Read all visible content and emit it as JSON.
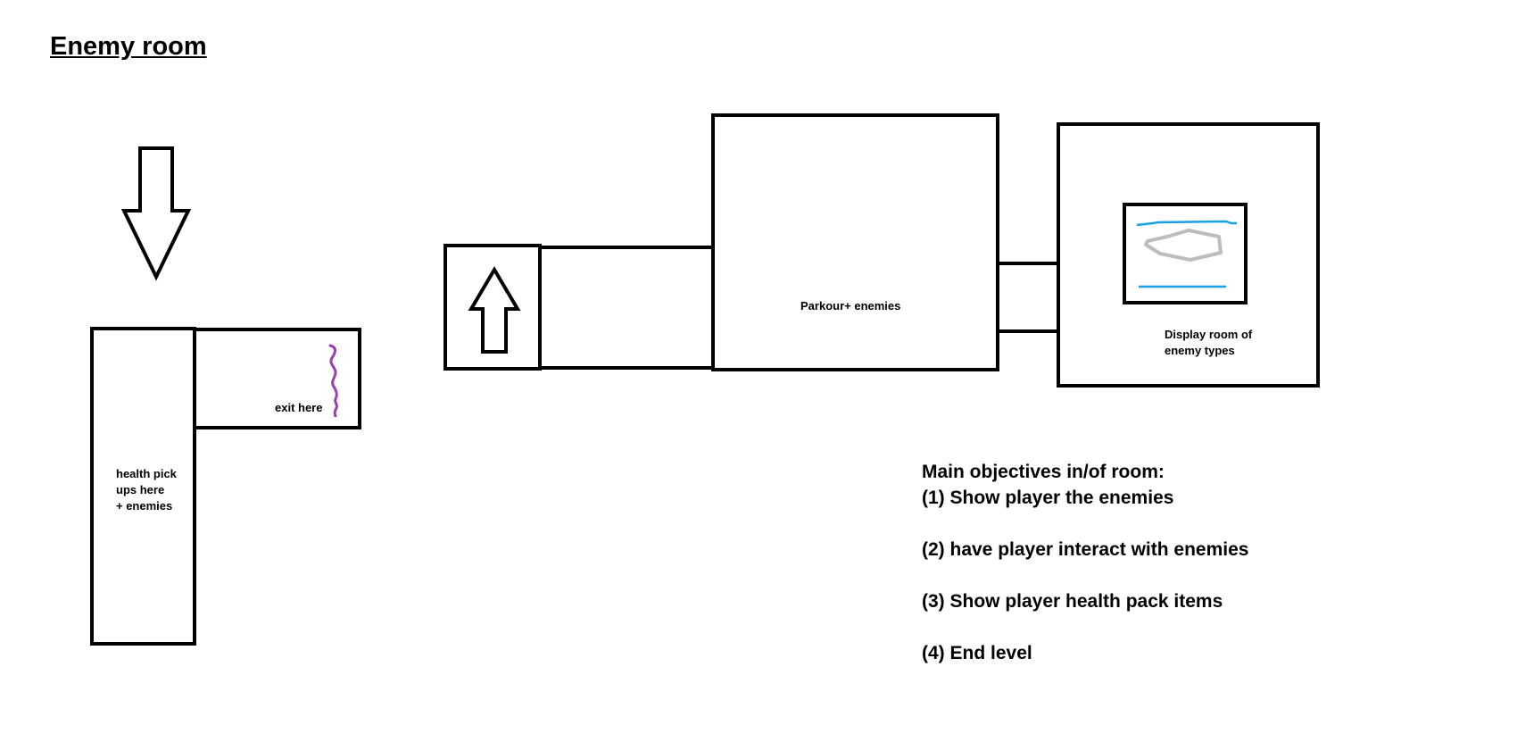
{
  "title": "Enemy room",
  "labels": {
    "exit": "exit here",
    "health_room_line1": "health pick",
    "health_room_line2": "ups here",
    "health_room_line3": "+ enemies",
    "parkour": "Parkour+ enemies",
    "display_line1": "Display room of",
    "display_line2": "enemy types"
  },
  "objectives": {
    "heading": "Main objectives in/of room:",
    "items": [
      "(1) Show player the enemies",
      "(2) have player interact with enemies",
      "(3) Show player health pack items",
      "(4) End level"
    ]
  },
  "colors": {
    "outline": "#000000",
    "exit_marker": "#9b3fb0",
    "platform_lines": "#1aa0e6",
    "enemy_shape": "#bdbdbd"
  },
  "icons": {
    "entry_arrow": "arrow-down-icon",
    "start_arrow": "arrow-up-icon"
  }
}
